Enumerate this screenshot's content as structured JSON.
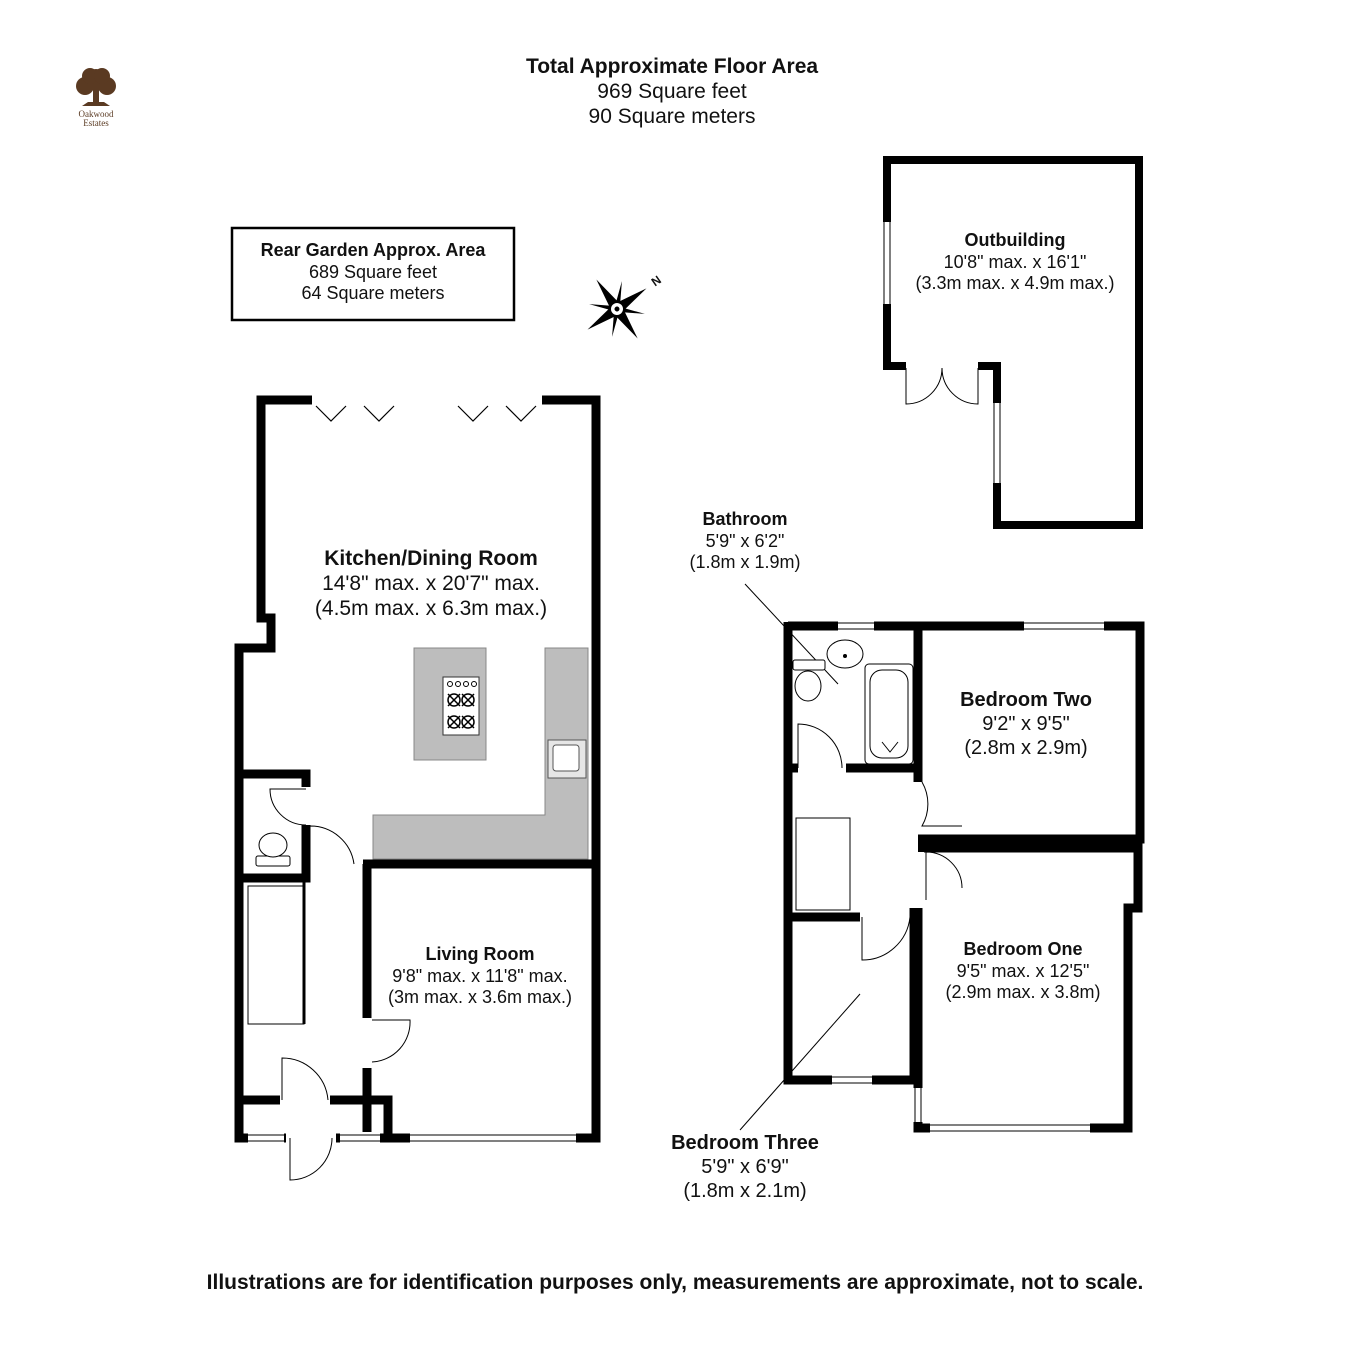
{
  "brand": {
    "name_line1": "Oakwood",
    "name_line2": "Estates"
  },
  "summary": {
    "title": "Total Approximate Floor Area",
    "sqft": "969 Square feet",
    "sqm": "90 Square meters"
  },
  "garden": {
    "title": "Rear Garden Approx. Area",
    "sqft": "689 Square feet",
    "sqm": "64 Square meters"
  },
  "compass": {
    "north_label": "N"
  },
  "rooms": {
    "outbuilding": {
      "name": "Outbuilding",
      "imperial": "10'8\" max. x 16'1\"",
      "metric": "(3.3m max. x 4.9m max.)"
    },
    "kitchen": {
      "name": "Kitchen/Dining Room",
      "imperial": "14'8\" max. x 20'7\" max.",
      "metric": "(4.5m max. x 6.3m max.)"
    },
    "living": {
      "name": "Living Room",
      "imperial": "9'8\" max. x 11'8\" max.",
      "metric": "(3m max. x 3.6m max.)"
    },
    "bathroom": {
      "name": "Bathroom",
      "imperial": "5'9\" x 6'2\"",
      "metric": "(1.8m x 1.9m)"
    },
    "bedroom_two": {
      "name": "Bedroom Two",
      "imperial": "9'2\" x 9'5\"",
      "metric": "(2.8m x 2.9m)"
    },
    "bedroom_one": {
      "name": "Bedroom One",
      "imperial": "9'5\" max. x 12'5\"",
      "metric": "(2.9m max. x 3.8m)"
    },
    "bedroom_three": {
      "name": "Bedroom Three",
      "imperial": "5'9\" x 6'9\"",
      "metric": "(1.8m x 2.1m)"
    }
  },
  "disclaimer": "Illustrations are for identification purposes only, measurements are approximate, not to scale.",
  "colors": {
    "wall": "#000000",
    "worktop": "#bdbdbd",
    "logo": "#5a3a22"
  }
}
